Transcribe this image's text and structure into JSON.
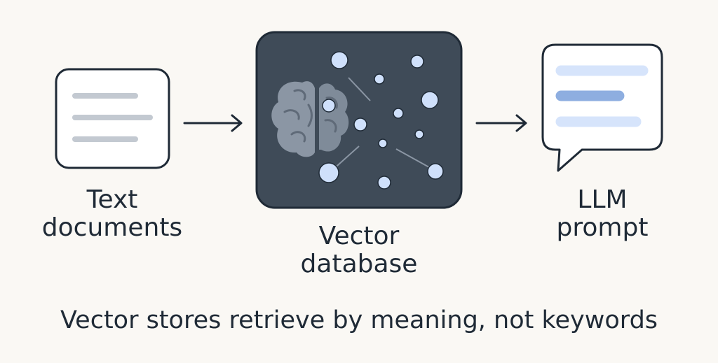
{
  "nodes": {
    "documents": {
      "line1": "Text",
      "line2": "documents"
    },
    "database": {
      "line1": "Vector",
      "line2": "database"
    },
    "prompt": {
      "line1": "LLM",
      "line2": "prompt"
    }
  },
  "caption": "Vector stores retrieve by meaning, not keywords",
  "icons": {
    "documents": "document-icon",
    "database": "brain-icon",
    "prompt": "speech-bubble-icon"
  },
  "colors": {
    "background": "#faf8f4",
    "stroke": "#1f2a36",
    "database_fill": "#3f4b58",
    "vector_point": "#cfe0fb",
    "highlight_bar": "#8eaee0",
    "light_bar": "#d6e4fb",
    "doc_line": "#c3c9d1"
  }
}
